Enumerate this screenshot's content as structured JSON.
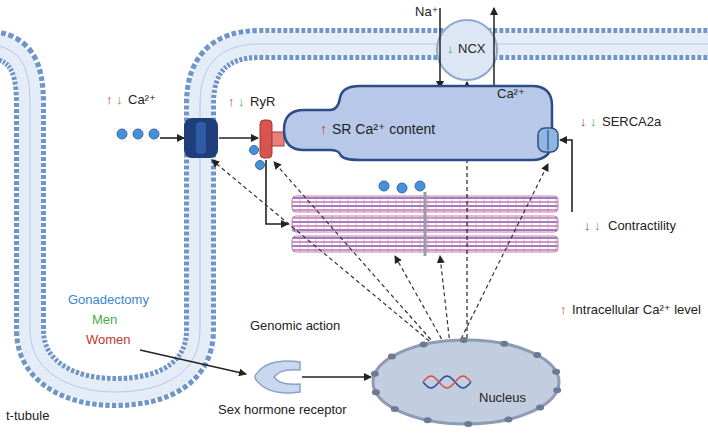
{
  "diagram": {
    "nodes": [
      {
        "text": [
          "↓",
          "NCX"
        ]
      },
      {
        "text": [
          "↑",
          "SR Ca²⁺ content"
        ]
      },
      {
        "text": [
          "Sex hormone receptor"
        ]
      },
      {
        "text": [
          "Nucleus"
        ]
      }
    ],
    "edges": [
      {
        "from": 2,
        "to": 3,
        "arrow": "to"
      },
      {
        "from": 3,
        "to": 0,
        "arrow": "to"
      }
    ],
    "labels": [
      "Na⁺",
      "Ca²⁺",
      "↑",
      "↓",
      "Ca²⁺",
      "↑",
      "↓",
      "RyR",
      "↓",
      "↓",
      "SERCA2a",
      "↓",
      "↓",
      "Contractility",
      "Gonadectomy",
      "Men",
      "Women",
      "Genomic action",
      "↑",
      "Intracellular Ca²⁺ level",
      "t-tubule"
    ]
  }
}
